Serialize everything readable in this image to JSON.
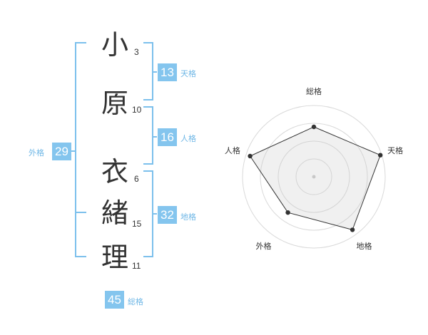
{
  "name": {
    "chars": [
      {
        "char": "小",
        "strokes": "3"
      },
      {
        "char": "原",
        "strokes": "10"
      },
      {
        "char": "衣",
        "strokes": "6"
      },
      {
        "char": "緒",
        "strokes": "15"
      },
      {
        "char": "理",
        "strokes": "11"
      }
    ]
  },
  "fortunes": {
    "tenkaku": {
      "value": "13",
      "label": "天格"
    },
    "jinkaku": {
      "value": "16",
      "label": "人格"
    },
    "chikaku": {
      "value": "32",
      "label": "地格"
    },
    "gaikaku": {
      "value": "29",
      "label": "外格"
    },
    "soukaku": {
      "value": "45",
      "label": "総格"
    }
  },
  "colors": {
    "accent": "#84c5ee",
    "bracket": "#7cc0ec",
    "label": "#6fb7e6",
    "text": "#333333"
  },
  "chart_data": {
    "type": "radar",
    "axes": [
      "総格",
      "天格",
      "地格",
      "外格",
      "人格"
    ],
    "values": [
      0.7,
      0.98,
      0.92,
      0.62,
      0.94
    ],
    "max": 1,
    "rings": 4
  }
}
